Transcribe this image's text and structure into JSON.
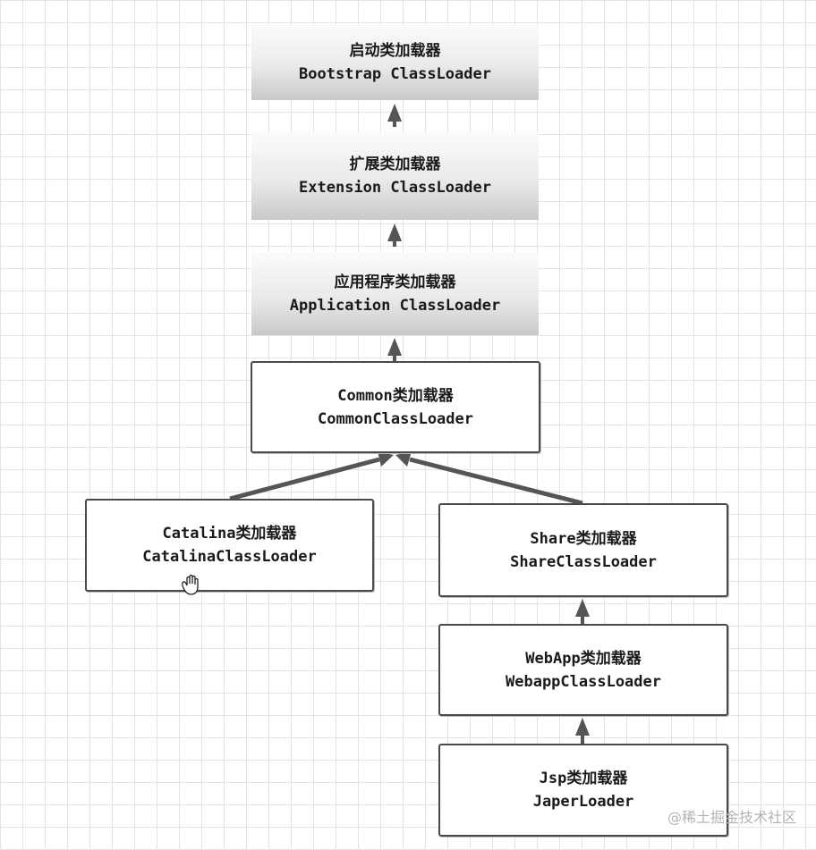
{
  "nodes": {
    "bootstrap": {
      "cn_prefix": "",
      "cn_label": "启动类加载器",
      "en_label": "Bootstrap ClassLoader"
    },
    "extension": {
      "cn_prefix": "",
      "cn_label": "扩展类加载器",
      "en_label": "Extension ClassLoader"
    },
    "application": {
      "cn_prefix": "",
      "cn_label": "应用程序类加载器",
      "en_label": "Application ClassLoader"
    },
    "common": {
      "cn_prefix": "Common",
      "cn_label": "类加载器",
      "en_label": "CommonClassLoader"
    },
    "catalina": {
      "cn_prefix": "Catalina",
      "cn_label": "类加载器",
      "en_label": "CatalinaClassLoader"
    },
    "share": {
      "cn_prefix": "Share",
      "cn_label": "类加载器",
      "en_label": "ShareClassLoader"
    },
    "webapp": {
      "cn_prefix": "WebApp",
      "cn_label": "类加载器",
      "en_label": "WebappClassLoader"
    },
    "jsp": {
      "cn_prefix": "Jsp",
      "cn_label": "类加载器",
      "en_label": "JaperLoader"
    }
  },
  "edges": [
    {
      "from": "extension",
      "to": "bootstrap"
    },
    {
      "from": "application",
      "to": "extension"
    },
    {
      "from": "common",
      "to": "application"
    },
    {
      "from": "catalina",
      "to": "common"
    },
    {
      "from": "share",
      "to": "common"
    },
    {
      "from": "webapp",
      "to": "share"
    },
    {
      "from": "jsp",
      "to": "webapp"
    }
  ],
  "watermark": "@稀土掘金技术社区",
  "colors": {
    "arrow": "#555555",
    "border": "#4a4a4a"
  },
  "icons": {
    "cursor": "hand-cursor-icon"
  }
}
